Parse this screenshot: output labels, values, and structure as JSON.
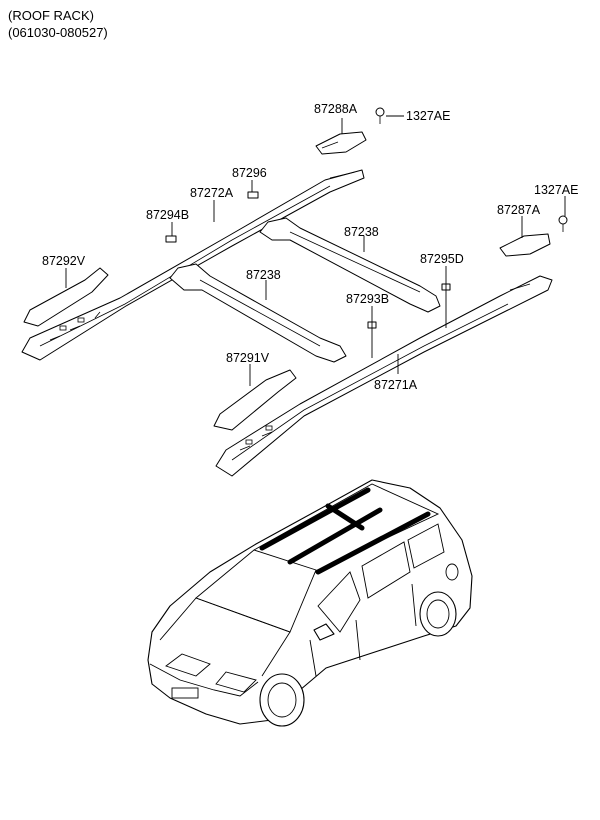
{
  "header": {
    "title": "(ROOF RACK)",
    "date_range": "(061030-080527)"
  },
  "callouts": {
    "c87288A": "87288A",
    "c1327AE_a": "1327AE",
    "c87296": "87296",
    "c87272A": "87272A",
    "c87294B": "87294B",
    "c87292V": "87292V",
    "c87238_a": "87238",
    "c87238_b": "87238",
    "c1327AE_b": "1327AE",
    "c87287A": "87287A",
    "c87295D": "87295D",
    "c87293B": "87293B",
    "c87291V": "87291V",
    "c87271A": "87271A"
  }
}
